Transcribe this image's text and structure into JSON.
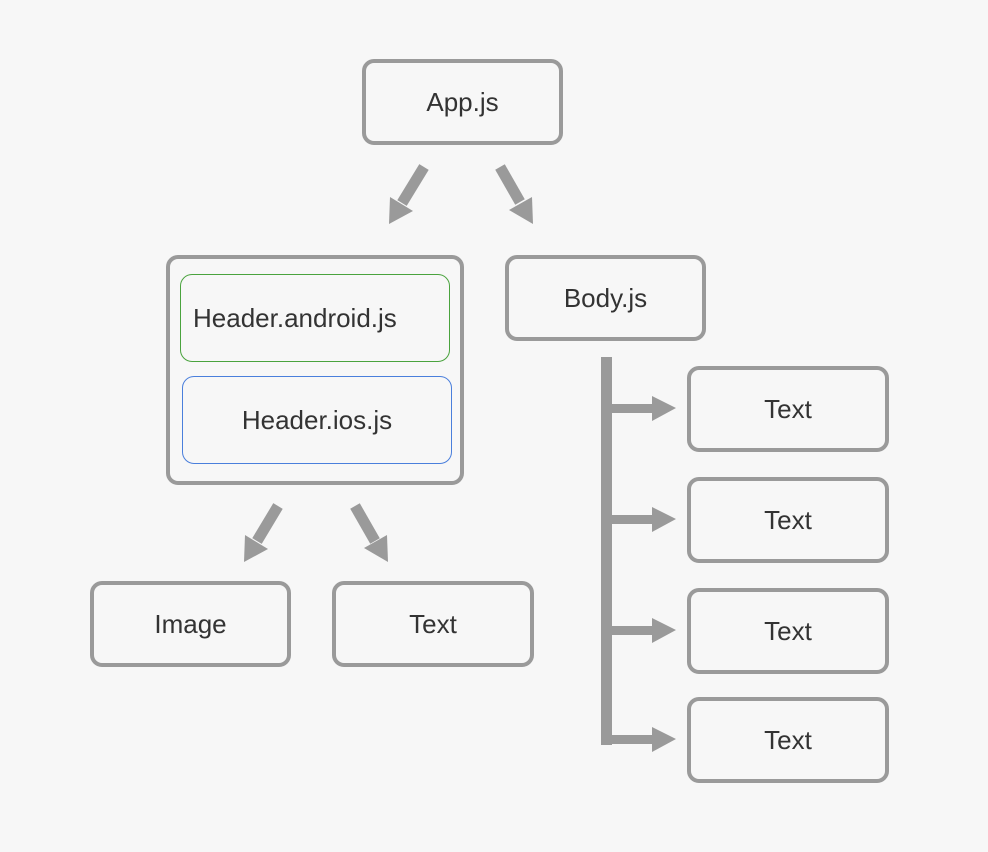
{
  "colors": {
    "background": "#f7f7f7",
    "node_border": "#9a9a9a",
    "arrow": "#9a9a9a",
    "text": "#333333",
    "android_border": "#4aa33e",
    "ios_border": "#4a7fdc"
  },
  "nodes": {
    "app": "App.js",
    "header_android": "Header.android.js",
    "header_ios": "Header.ios.js",
    "body": "Body.js",
    "image": "Image",
    "header_text": "Text",
    "body_texts": [
      "Text",
      "Text",
      "Text",
      "Text"
    ]
  }
}
